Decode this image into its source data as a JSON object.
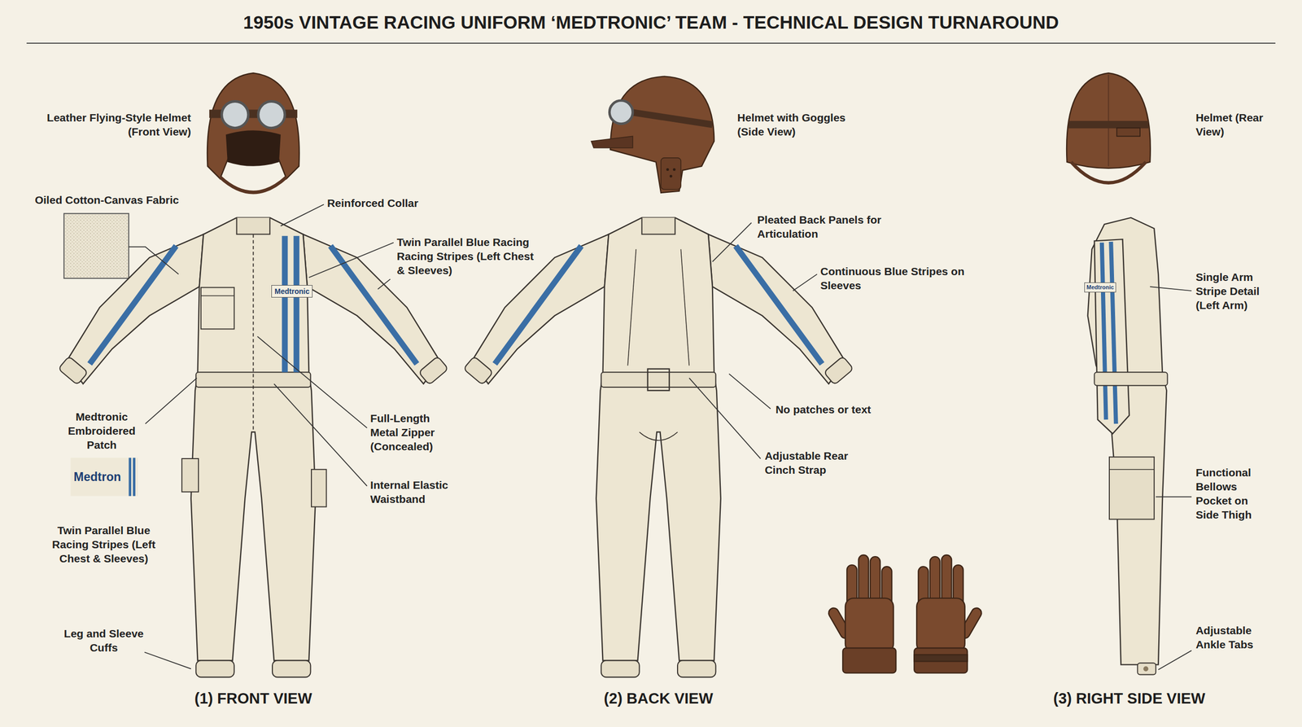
{
  "diagram": {
    "title": "1950s VINTAGE RACING UNIFORM ‘MEDTRONIC’ TEAM - TECHNICAL DESIGN TURNAROUND",
    "nodes": [
      {
        "text": [
          "Medtronic"
        ]
      },
      {
        "text": [
          "Medtron"
        ]
      },
      {
        "text": [
          "Medtronic"
        ]
      }
    ],
    "labels": [
      "Leather Flying-Style Helmet (Front View)",
      "Helmet with Goggles (Side View)",
      "Helmet (Rear View)",
      "Oiled Cotton-Canvas Fabric",
      "Reinforced Collar",
      "Twin Parallel Blue Racing Racing Stripes (Left Chest & Sleeves)",
      "Pleated Back Panels for Articulation",
      "Continuous Blue Stripes on Sleeves",
      "Single Arm Stripe Detail (Left Arm)",
      "Medtronic Embroidered Patch",
      "Full-Length Metal Zipper (Concealed)",
      "Internal Elastic Waistband",
      "No patches or text",
      "Adjustable Rear Cinch Strap",
      "Functional Bellows Pocket on Side Thigh",
      "Twin Parallel Blue Racing Stripes (Left Chest & Sleeves)",
      "Leg and Sleeve Cuffs",
      "Adjustable Ankle Tabs",
      "(1) FRONT VIEW",
      "(2) BACK VIEW",
      "(3) RIGHT SIDE VIEW"
    ]
  }
}
